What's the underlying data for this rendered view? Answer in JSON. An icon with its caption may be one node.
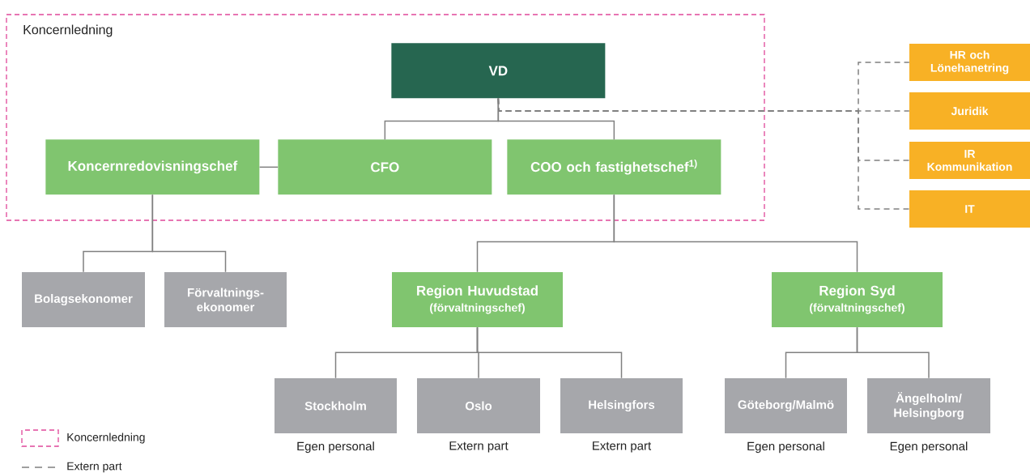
{
  "diagram": {
    "nodes": [
      {
        "text": [
          "Koncernledning"
        ]
      },
      {
        "text": [
          "VD"
        ],
        "in": 0
      },
      {
        "text": [
          "Koncernredovisningschef"
        ],
        "in": 0
      },
      {
        "text": [
          "CFO"
        ],
        "in": 0
      },
      {
        "text": [
          "COO och fastighetschef$^{1)}$"
        ],
        "in": 0
      },
      {
        "text": [
          "HR och Lönehanetring"
        ]
      },
      {
        "text": [
          "Juridik"
        ]
      },
      {
        "text": [
          "IR Kommunikation"
        ]
      },
      {
        "text": [
          "IT"
        ]
      },
      {
        "text": [
          "Bolagsekonomer"
        ]
      },
      {
        "text": [
          "Förvaltnings- ekonomer"
        ]
      },
      {
        "text": [
          "Region Huvudstad",
          "(förvaltningschef)"
        ]
      },
      {
        "text": [
          "Region Syd",
          "(förvaltningschef)"
        ]
      },
      {
        "text": [
          "Stockholm"
        ],
        "beside": [
          "Egen personal"
        ]
      },
      {
        "text": [
          "Oslo"
        ],
        "beside": [
          "Extern part"
        ]
      },
      {
        "text": [
          "Helsingfors"
        ],
        "beside": [
          "Extern part"
        ]
      },
      {
        "text": [
          "Göteborg/Malmö"
        ],
        "beside": [
          "Egen personal"
        ]
      },
      {
        "text": [
          "Ängelholm/ Helsingborg"
        ],
        "beside": [
          "Egen personal"
        ]
      }
    ],
    "edges": [
      {
        "from": 1,
        "to": 3,
        "arrow": "none"
      },
      {
        "from": 1,
        "to": 4,
        "arrow": "none"
      },
      {
        "from": 3,
        "to": 2,
        "arrow": "none"
      },
      {
        "from": 1,
        "to": 5,
        "arrow": "none",
        "style": "dashed"
      },
      {
        "from": 1,
        "to": 6,
        "arrow": "none",
        "style": "dashed"
      },
      {
        "from": 1,
        "to": 7,
        "arrow": "none",
        "style": "dashed"
      },
      {
        "from": 1,
        "to": 8,
        "arrow": "none",
        "style": "dashed"
      },
      {
        "from": 2,
        "to": 9,
        "arrow": "none"
      },
      {
        "from": 2,
        "to": 10,
        "arrow": "none"
      },
      {
        "from": 4,
        "to": 11,
        "arrow": "none"
      },
      {
        "from": 4,
        "to": 12,
        "arrow": "none"
      },
      {
        "from": 11,
        "to": 13,
        "arrow": "none"
      },
      {
        "from": 11,
        "to": 14,
        "arrow": "none"
      },
      {
        "from": 11,
        "to": 15,
        "arrow": "none"
      },
      {
        "from": 12,
        "to": 16,
        "arrow": "none"
      },
      {
        "from": 12,
        "to": 17,
        "arrow": "none"
      }
    ],
    "legend": [
      {
        "text": "Koncernledning"
      },
      {
        "text": "Extern part"
      }
    ]
  }
}
